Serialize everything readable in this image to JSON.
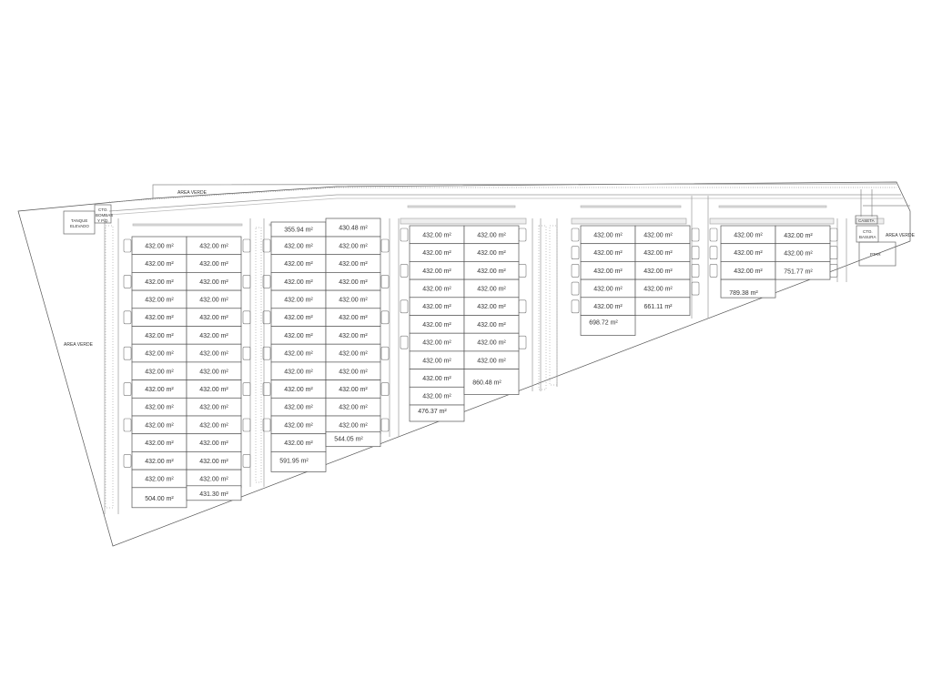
{
  "labels": {
    "area_verde_top": "AREA VERDE",
    "area_verde_left": "AREA VERDE",
    "area_verde_right": "AREA VERDE",
    "tanque": [
      "TANQUE",
      "ELEVADO"
    ],
    "cto_bombas": [
      "CTO.",
      "BOMBAS",
      "Y P.Q."
    ],
    "caseta": "CASETA",
    "cto_basura": [
      "CTO.",
      "BASURA"
    ],
    "ptar": "PTAR"
  },
  "blocks": [
    {
      "id": "block1",
      "rows": [
        [
          "432.00 m²",
          "432.00 m²"
        ],
        [
          "432.00 m²",
          "432.00 m²"
        ],
        [
          "432.00 m²",
          "432.00 m²"
        ],
        [
          "432.00 m²",
          "432.00 m²"
        ],
        [
          "432.00 m²",
          "432.00 m²"
        ],
        [
          "432.00 m²",
          "432.00 m²"
        ],
        [
          "432.00 m²",
          "432.00 m²"
        ],
        [
          "432.00 m²",
          "432.00 m²"
        ],
        [
          "432.00 m²",
          "432.00 m²"
        ],
        [
          "432.00 m²",
          "432.00 m²"
        ],
        [
          "432.00 m²",
          "432.00 m²"
        ],
        [
          "432.00 m²",
          "432.00 m²"
        ],
        [
          "432.00 m²",
          "432.00 m²"
        ],
        [
          "432.00 m²",
          "432.00 m²"
        ]
      ],
      "last": [
        "504.00 m²",
        "431.30 m²"
      ]
    },
    {
      "id": "block2",
      "first": [
        "355.94 m²",
        "430.48 m²"
      ],
      "rows": [
        [
          "432.00 m²",
          "432.00 m²"
        ],
        [
          "432.00 m²",
          "432.00 m²"
        ],
        [
          "432.00 m²",
          "432.00 m²"
        ],
        [
          "432.00 m²",
          "432.00 m²"
        ],
        [
          "432.00 m²",
          "432.00 m²"
        ],
        [
          "432.00 m²",
          "432.00 m²"
        ],
        [
          "432.00 m²",
          "432.00 m²"
        ],
        [
          "432.00 m²",
          "432.00 m²"
        ],
        [
          "432.00 m²",
          "432.00 m²"
        ],
        [
          "432.00 m²",
          "432.00 m²"
        ],
        [
          "432.00 m²",
          "432.00 m²"
        ]
      ],
      "extra_left": "432.00 m²",
      "extra_right": "544.05 m²",
      "last_left": "591.95 m²"
    },
    {
      "id": "block3",
      "rows": [
        [
          "432.00 m²",
          "432.00 m²"
        ],
        [
          "432.00 m²",
          "432.00 m²"
        ],
        [
          "432.00 m²",
          "432.00 m²"
        ],
        [
          "432.00 m²",
          "432.00 m²"
        ],
        [
          "432.00 m²",
          "432.00 m²"
        ],
        [
          "432.00 m²",
          "432.00 m²"
        ],
        [
          "432.00 m²",
          "432.00 m²"
        ],
        [
          "432.00 m²",
          "432.00 m²"
        ]
      ],
      "left_extra": [
        "432.00 m²",
        "432.00 m²"
      ],
      "right_big": "860.48 m²",
      "last_left": "476.37 m²"
    },
    {
      "id": "block4",
      "rows": [
        [
          "432.00 m²",
          "432.00 m²"
        ],
        [
          "432.00 m²",
          "432.00 m²"
        ],
        [
          "432.00 m²",
          "432.00 m²"
        ],
        [
          "432.00 m²",
          "432.00 m²"
        ],
        [
          "432.00 m²",
          "661.11 m²"
        ]
      ],
      "last_left": "698.72 m²"
    },
    {
      "id": "block5",
      "rows": [
        [
          "432.00 m²",
          "432.00 m²"
        ],
        [
          "432.00 m²",
          "432.00 m²"
        ],
        [
          "432.00 m²",
          "751.77 m²"
        ]
      ],
      "last_left": "789.38 m²"
    }
  ]
}
